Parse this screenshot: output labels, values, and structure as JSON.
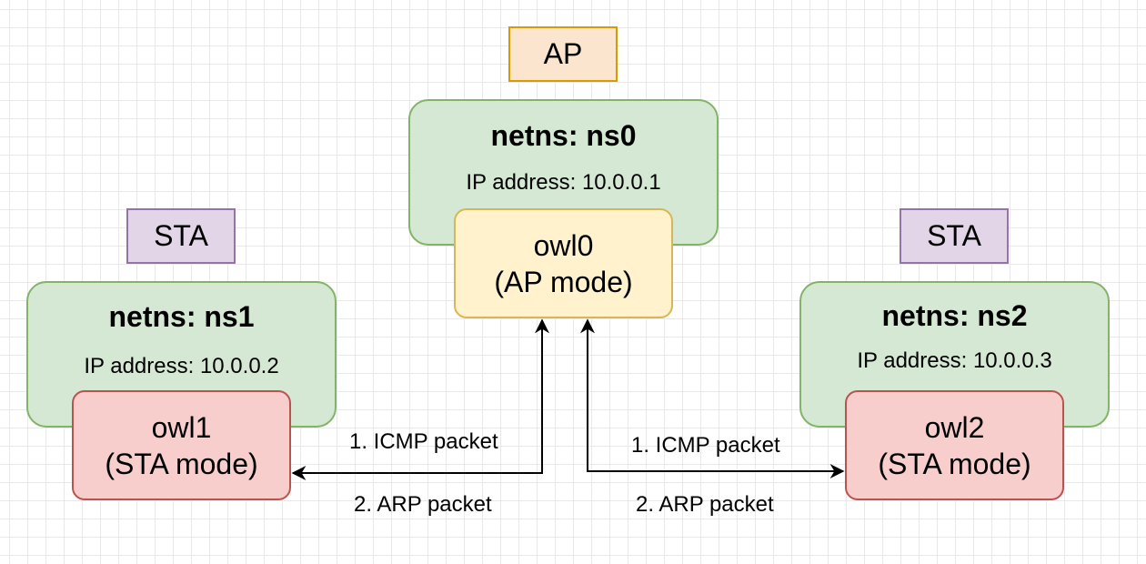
{
  "roles": {
    "ap": "AP",
    "sta_left": "STA",
    "sta_right": "STA"
  },
  "namespaces": {
    "ns0": {
      "title": "netns: ns0",
      "ip": "IP address: 10.0.0.1"
    },
    "ns1": {
      "title": "netns: ns1",
      "ip": "IP address: 10.0.0.2"
    },
    "ns2": {
      "title": "netns: ns2",
      "ip": "IP address: 10.0.0.3"
    }
  },
  "interfaces": {
    "owl0": {
      "name": "owl0",
      "mode": "(AP mode)"
    },
    "owl1": {
      "name": "owl1",
      "mode": "(STA mode)"
    },
    "owl2": {
      "name": "owl2",
      "mode": "(STA mode)"
    }
  },
  "edges": {
    "left": {
      "top": "1. ICMP packet",
      "bottom": "2. ARP packet"
    },
    "right": {
      "top": "1. ICMP packet",
      "bottom": "2. ARP packet"
    }
  },
  "colors": {
    "ap_role_fill": "#fbe5cf",
    "ap_role_stroke": "#d79b00",
    "sta_role_fill": "#e1d5e7",
    "sta_role_stroke": "#9673a6",
    "netns_fill": "#d5e8d4",
    "netns_stroke": "#82b366",
    "ap_iface_fill": "#fff2cc",
    "ap_iface_stroke": "#d6b656",
    "sta_iface_fill": "#f8cecc",
    "sta_iface_stroke": "#b85450"
  }
}
